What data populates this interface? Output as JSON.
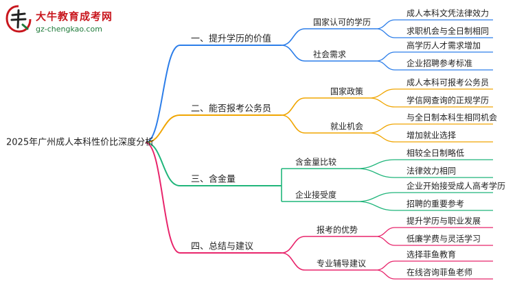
{
  "logo": {
    "icon_name": "daniu-logo-icon",
    "title": "大牛教育成考网",
    "url": "gz-chengkao.com"
  },
  "root": {
    "label": "2025年广州成人本科性价比深度分析"
  },
  "branches": [
    {
      "label": "一、提升学历的价值",
      "color": "#2b7de9",
      "children": [
        {
          "label": "国家认可的学历",
          "leaves": [
            "成人本科文凭法律效力",
            "求职机会与全日制相同"
          ]
        },
        {
          "label": "社会需求",
          "leaves": [
            "高学历人才需求增加",
            "企业招聘参考标准"
          ]
        }
      ]
    },
    {
      "label": "二、能否报考公务员",
      "color": "#f0a500",
      "children": [
        {
          "label": "国家政策",
          "leaves": [
            "成人本科可报考公务员",
            "学信网查询的正规学历"
          ]
        },
        {
          "label": "就业机会",
          "leaves": [
            "与全日制本科生相同机会",
            "增加就业选择"
          ]
        }
      ]
    },
    {
      "label": "三、含金量",
      "color": "#1fb57a",
      "children": [
        {
          "label": "含金量比较",
          "leaves": [
            "相较全日制略低",
            "法律效力相同"
          ]
        },
        {
          "label": "企业接受度",
          "leaves": [
            "企业开始接受成人高考学历",
            "招聘的重要参考"
          ]
        }
      ]
    },
    {
      "label": "四、总结与建议",
      "color": "#e8246b",
      "children": [
        {
          "label": "报考的优势",
          "leaves": [
            "提升学历与职业发展",
            "低廉学费与灵活学习"
          ]
        },
        {
          "label": "专业辅导建议",
          "leaves": [
            "选择菲鱼教育",
            "在线咨询菲鱼老师"
          ]
        }
      ]
    }
  ]
}
